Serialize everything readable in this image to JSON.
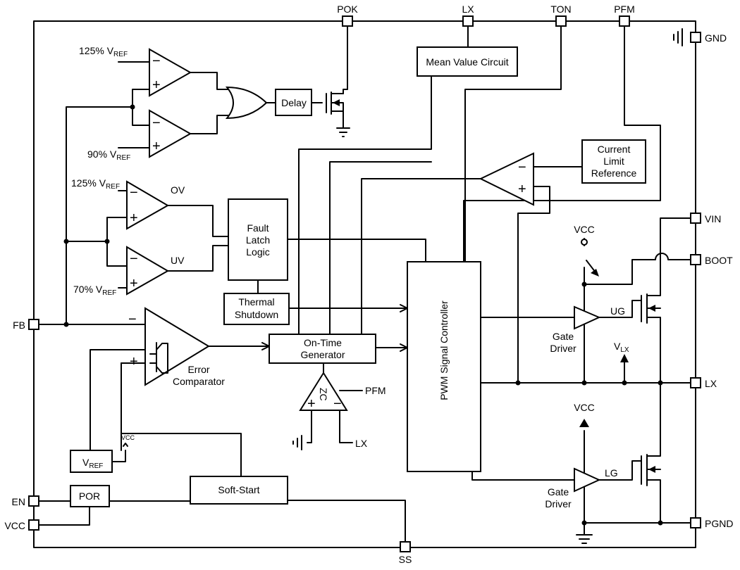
{
  "pins": {
    "pok": "POK",
    "lx_top": "LX",
    "ton": "TON",
    "pfm_top": "PFM",
    "gnd": "GND",
    "vin": "VIN",
    "boot": "BOOT",
    "lx_right": "LX",
    "pgnd": "PGND",
    "fb": "FB",
    "en": "EN",
    "vcc": "VCC",
    "ss": "SS"
  },
  "blocks": {
    "mean_value": "Mean Value Circuit",
    "delay": "Delay",
    "current_limit": [
      "Current",
      "Limit",
      "Reference"
    ],
    "fault_latch": [
      "Fault",
      "Latch",
      "Logic"
    ],
    "thermal": [
      "Thermal",
      "Shutdown"
    ],
    "on_time": [
      "On-Time",
      "Generator"
    ],
    "pwm": "PWM Signal Controller",
    "soft_start": "Soft-Start",
    "por": "POR",
    "vref": "V",
    "vref_sub": "REF"
  },
  "labels": {
    "vref_base": "V",
    "vref_sub": "REF",
    "pct_125_a": "125%",
    "pct_90": "90%",
    "pct_125_b": "125%",
    "pct_70": "70%",
    "ov": "OV",
    "uv": "UV",
    "error_comp": [
      "Error",
      "Comparator"
    ],
    "zc": "ZC",
    "pfm_in": "PFM",
    "lx_in": "LX",
    "vcc_small": "VCC",
    "vcc_top": "VCC",
    "vcc_bottom": "VCC",
    "ug": "UG",
    "lg": "LG",
    "gate_driver_top": [
      "Gate",
      "Driver"
    ],
    "gate_driver_bottom": [
      "Gate",
      "Driver"
    ],
    "vlx_base": "V",
    "vlx_sub": "LX"
  }
}
